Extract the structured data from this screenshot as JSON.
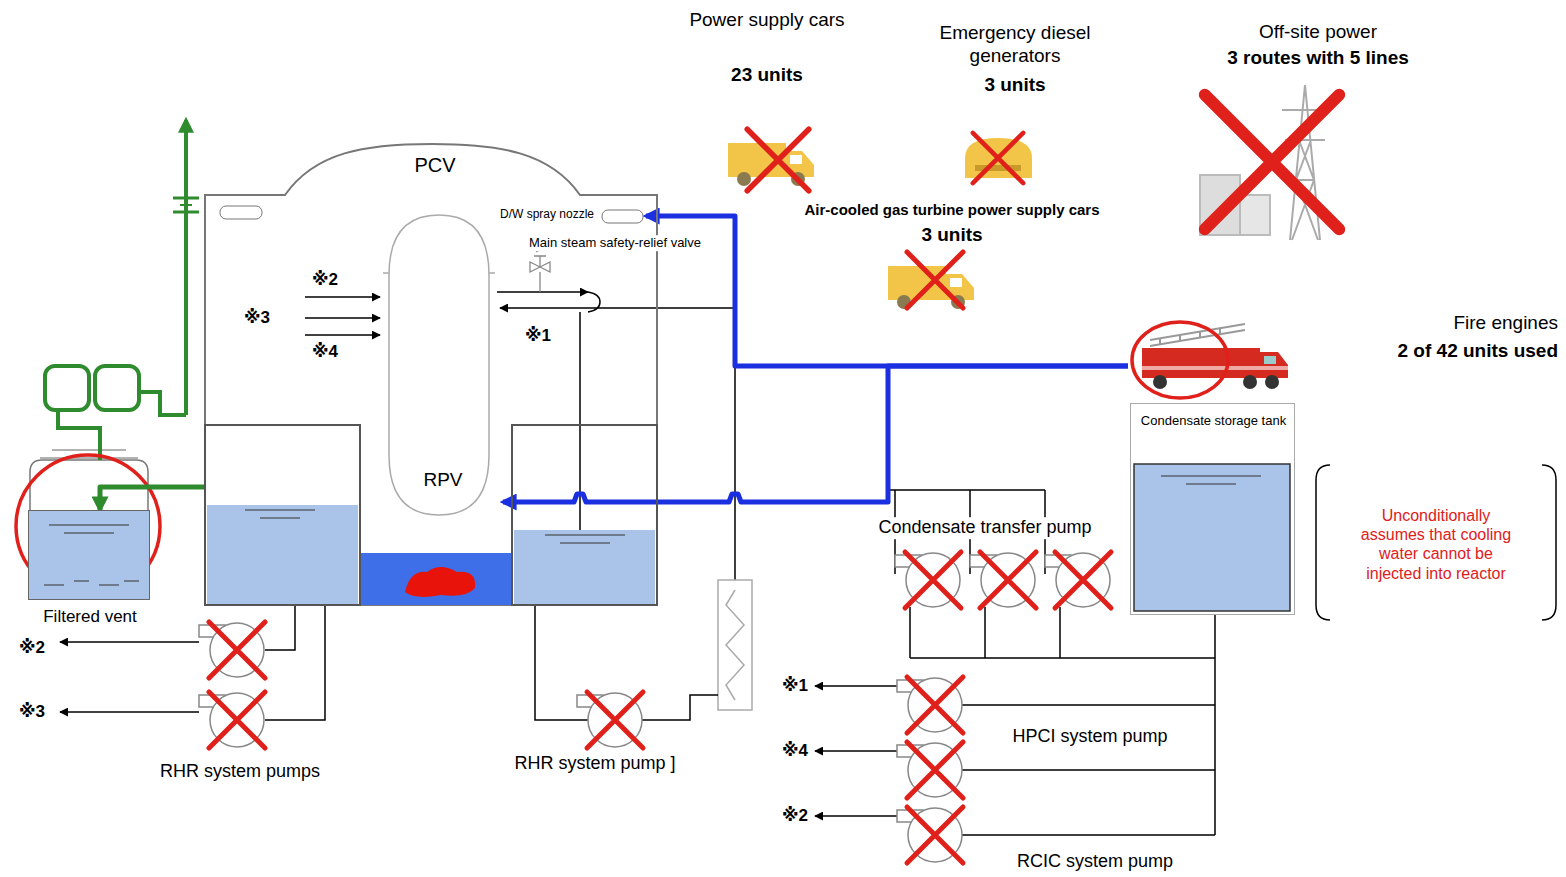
{
  "diagram": {
    "nodes": [
      {
        "text": [
          "PCV"
        ]
      },
      {
        "text": [
          "D/W spray nozzle"
        ],
        "in": 0
      },
      {
        "text": [
          "RPV"
        ],
        "in": 0
      },
      {
        "text": [
          "Filtered vent"
        ]
      },
      {
        "text": [
          "Fire engines",
          "2 of 42 units used"
        ]
      },
      {
        "text": [
          "Condensate storage tank"
        ]
      }
    ],
    "edges": [
      {
        "from": 4,
        "to": 1,
        "arrow": "to"
      },
      {
        "from": 4,
        "to": 2,
        "arrow": "to"
      },
      {
        "from": 0,
        "to": 3,
        "arrow": "to"
      }
    ],
    "labels": [
      "Power supply cars",
      "23 units",
      "Emergency diesel generators",
      "3 units",
      "Off-site power",
      "3 routes with 5 lines",
      "Air-cooled gas turbine power supply cars",
      "3 units",
      "Main steam safety-relief valve",
      "※2",
      "※3",
      "※4",
      "※1",
      "Condensate transfer pump",
      "Unconditionally assumes that cooling water cannot be injected into reactor",
      "※2",
      "※3",
      "RHR system pumps",
      "RHR system pump ]",
      "※1",
      "※4",
      "※2",
      "HPCI system pump",
      "RCIC system pump"
    ]
  }
}
